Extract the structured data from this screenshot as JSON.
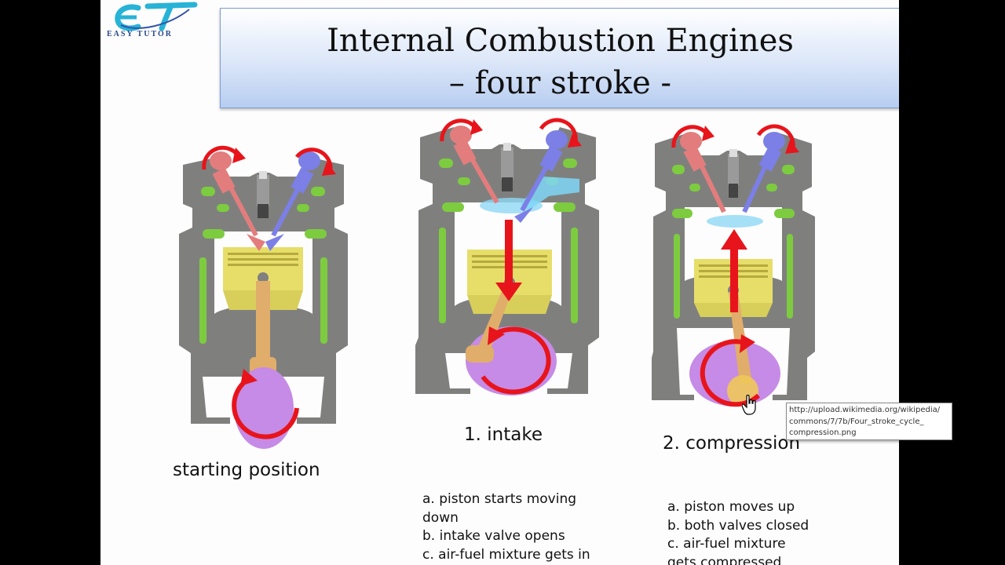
{
  "logo": {
    "letters": "ET",
    "tagline": "EASY TUTOR"
  },
  "title": {
    "line1": "Internal Combustion Engines",
    "line2": "– four stroke -"
  },
  "stages": {
    "start": {
      "label": "starting position"
    },
    "intake": {
      "label": "1. intake",
      "notes": [
        "a. piston starts moving",
        "down",
        "b. intake valve opens",
        "c. air-fuel mixture gets in"
      ]
    },
    "compression": {
      "label": "2. compression",
      "notes": [
        "a. piston moves up",
        "b. both valves closed",
        "c. air-fuel mixture",
        "gets compressed"
      ]
    }
  },
  "tooltip": {
    "lines": [
      "http://upload.wikimedia.org/wikipedia/",
      "commons/7/7b/Four_stroke_cycle_",
      "compression.png"
    ]
  },
  "colors": {
    "engine_body": "#7f807e",
    "cooling_channel": "#7dcc3f",
    "piston": "#e7de6a",
    "rod": "#e1ad6a",
    "crank": "#c58be6",
    "intake_valve": "#7b7fe6",
    "exhaust_valve": "#e37d7d",
    "motion_arrow": "#e8141b"
  }
}
